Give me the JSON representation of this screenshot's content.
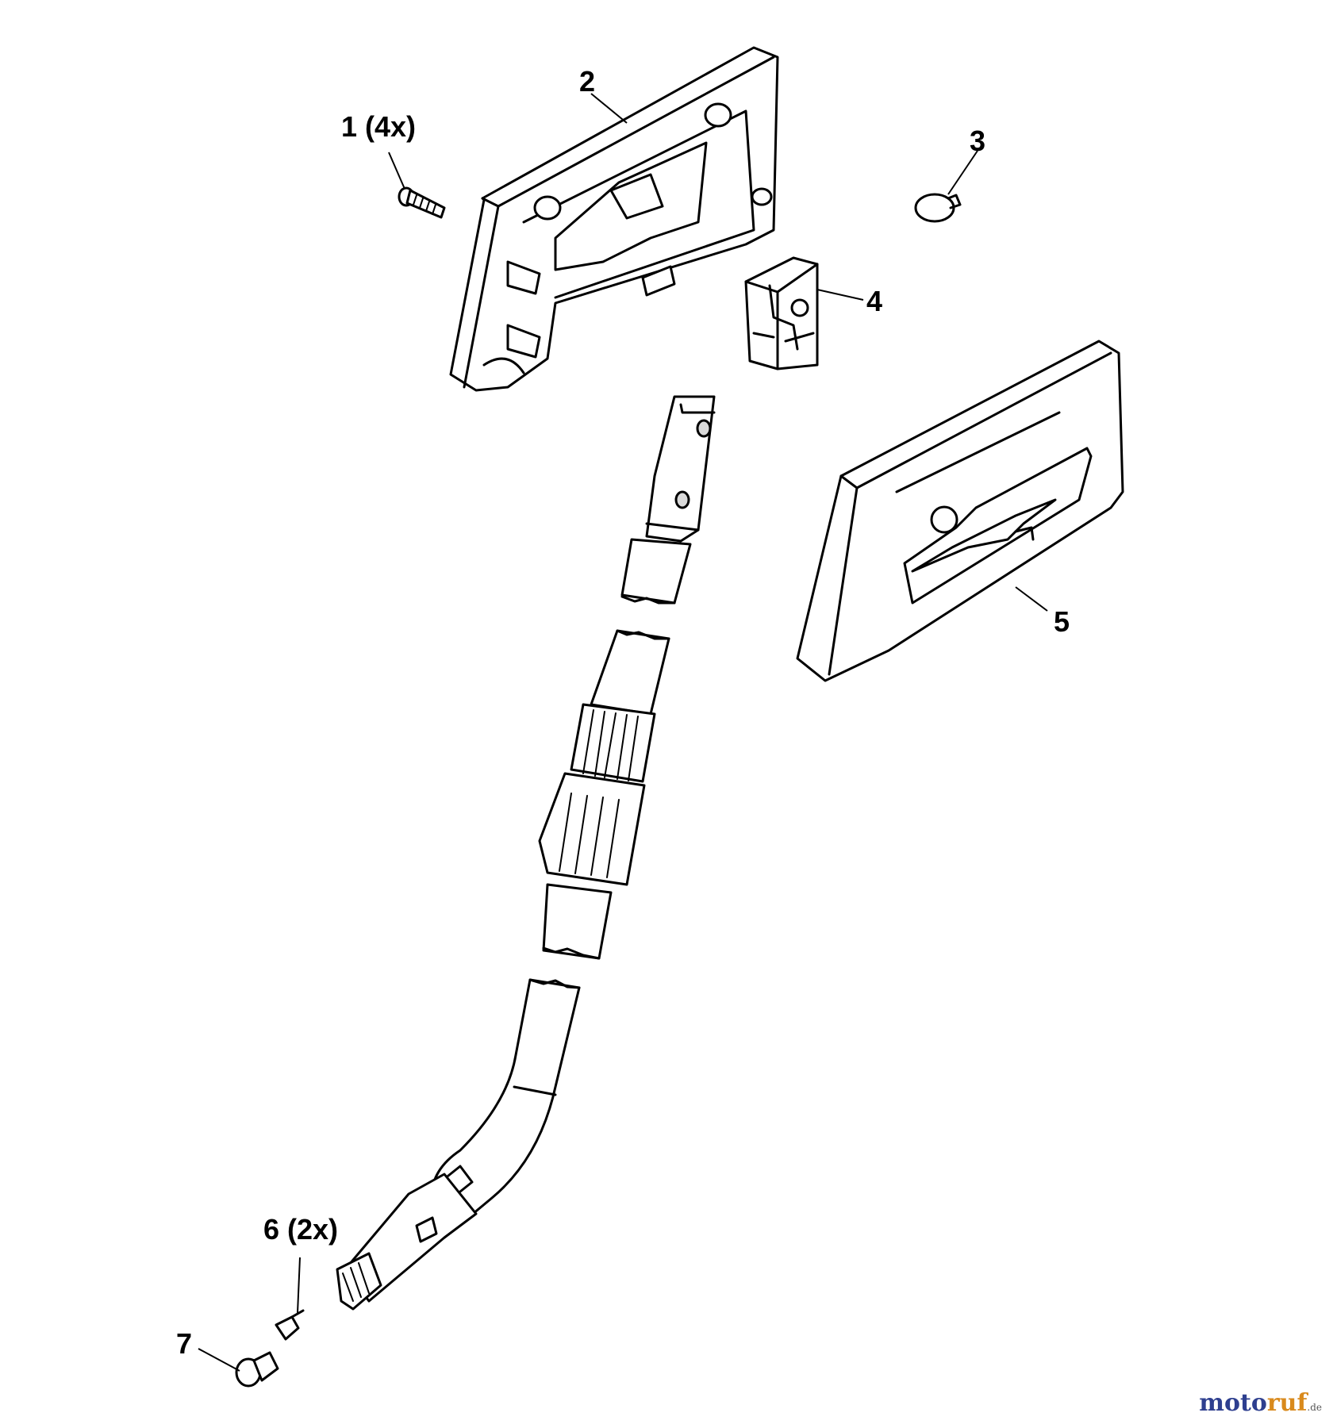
{
  "callouts": {
    "c1": "1 (4x)",
    "c2": "2",
    "c3": "3",
    "c4": "4",
    "c5": "5",
    "c6": "6 (2x)",
    "c7": "7"
  },
  "watermark": {
    "moto": "moto",
    "ruf": "ruf",
    "tld": ".de"
  },
  "colors": {
    "line": "#000000",
    "background": "#ffffff",
    "watermark_blue": "#2e3f8f",
    "watermark_orange": "#d98a1d"
  }
}
